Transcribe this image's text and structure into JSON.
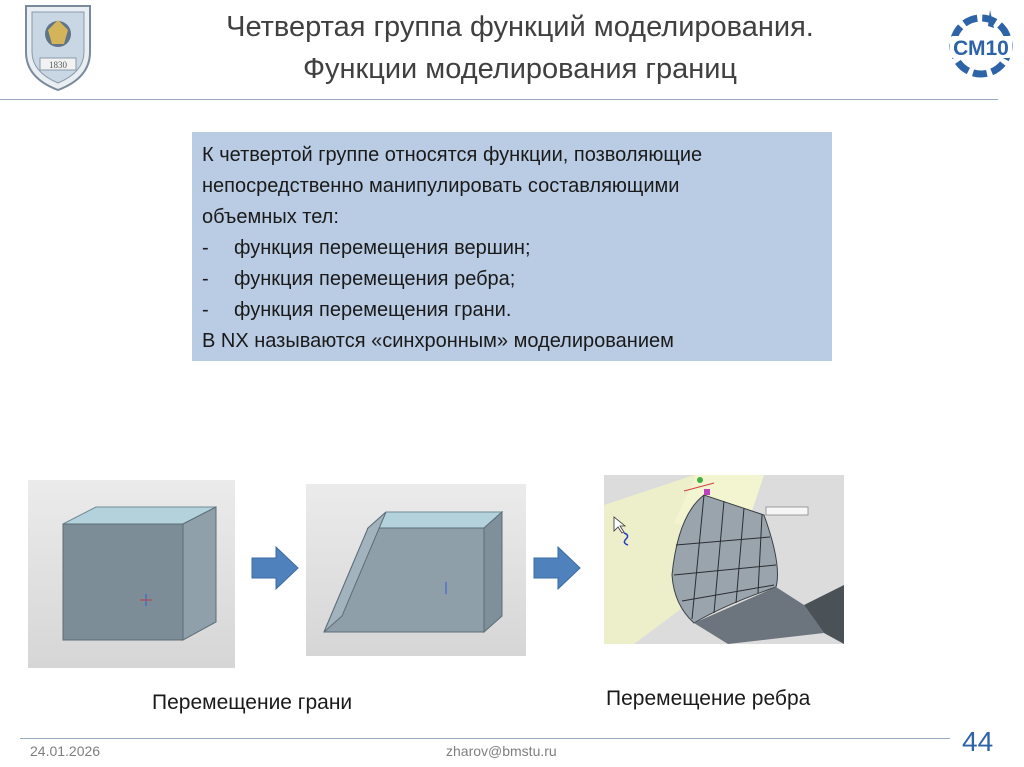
{
  "header": {
    "title_line1": "Четвертая группа функций моделирования.",
    "title_line2": "Функции моделирования границ",
    "left_logo": "university-crest",
    "left_logo_year": "1830",
    "right_logo": "cm10-department-logo",
    "right_logo_text": "СМ10"
  },
  "infobox": {
    "lines": [
      "К четвертой группе относятся функции, позволяющие",
      "непосредственно манипулировать составляющими",
      "объемных тел:"
    ],
    "bullet_char": "-",
    "bullets": [
      "функция перемещения вершин;",
      "функция перемещения ребра;",
      "функция перемещения грани."
    ],
    "closing": "В NX называются «синхронным» моделированием",
    "background": "#b9cce4"
  },
  "images": [
    {
      "name": "cube-before",
      "description_icon": "cube-model"
    },
    {
      "name": "cube-after-face-move",
      "description_icon": "sheared-cube-model"
    },
    {
      "name": "edge-move-model",
      "description_icon": "edge-move-screenshot"
    }
  ],
  "captions": {
    "face_move": "Перемещение грани",
    "edge_move": "Перемещение ребра"
  },
  "footer": {
    "date": "24.01.2026",
    "email": "zharov@bmstu.ru",
    "page_number": "44"
  },
  "colors": {
    "arrow": "#4f81bd",
    "title": "#404040",
    "page_number": "#2e63a8",
    "accent_line": "#9aa9c2"
  }
}
